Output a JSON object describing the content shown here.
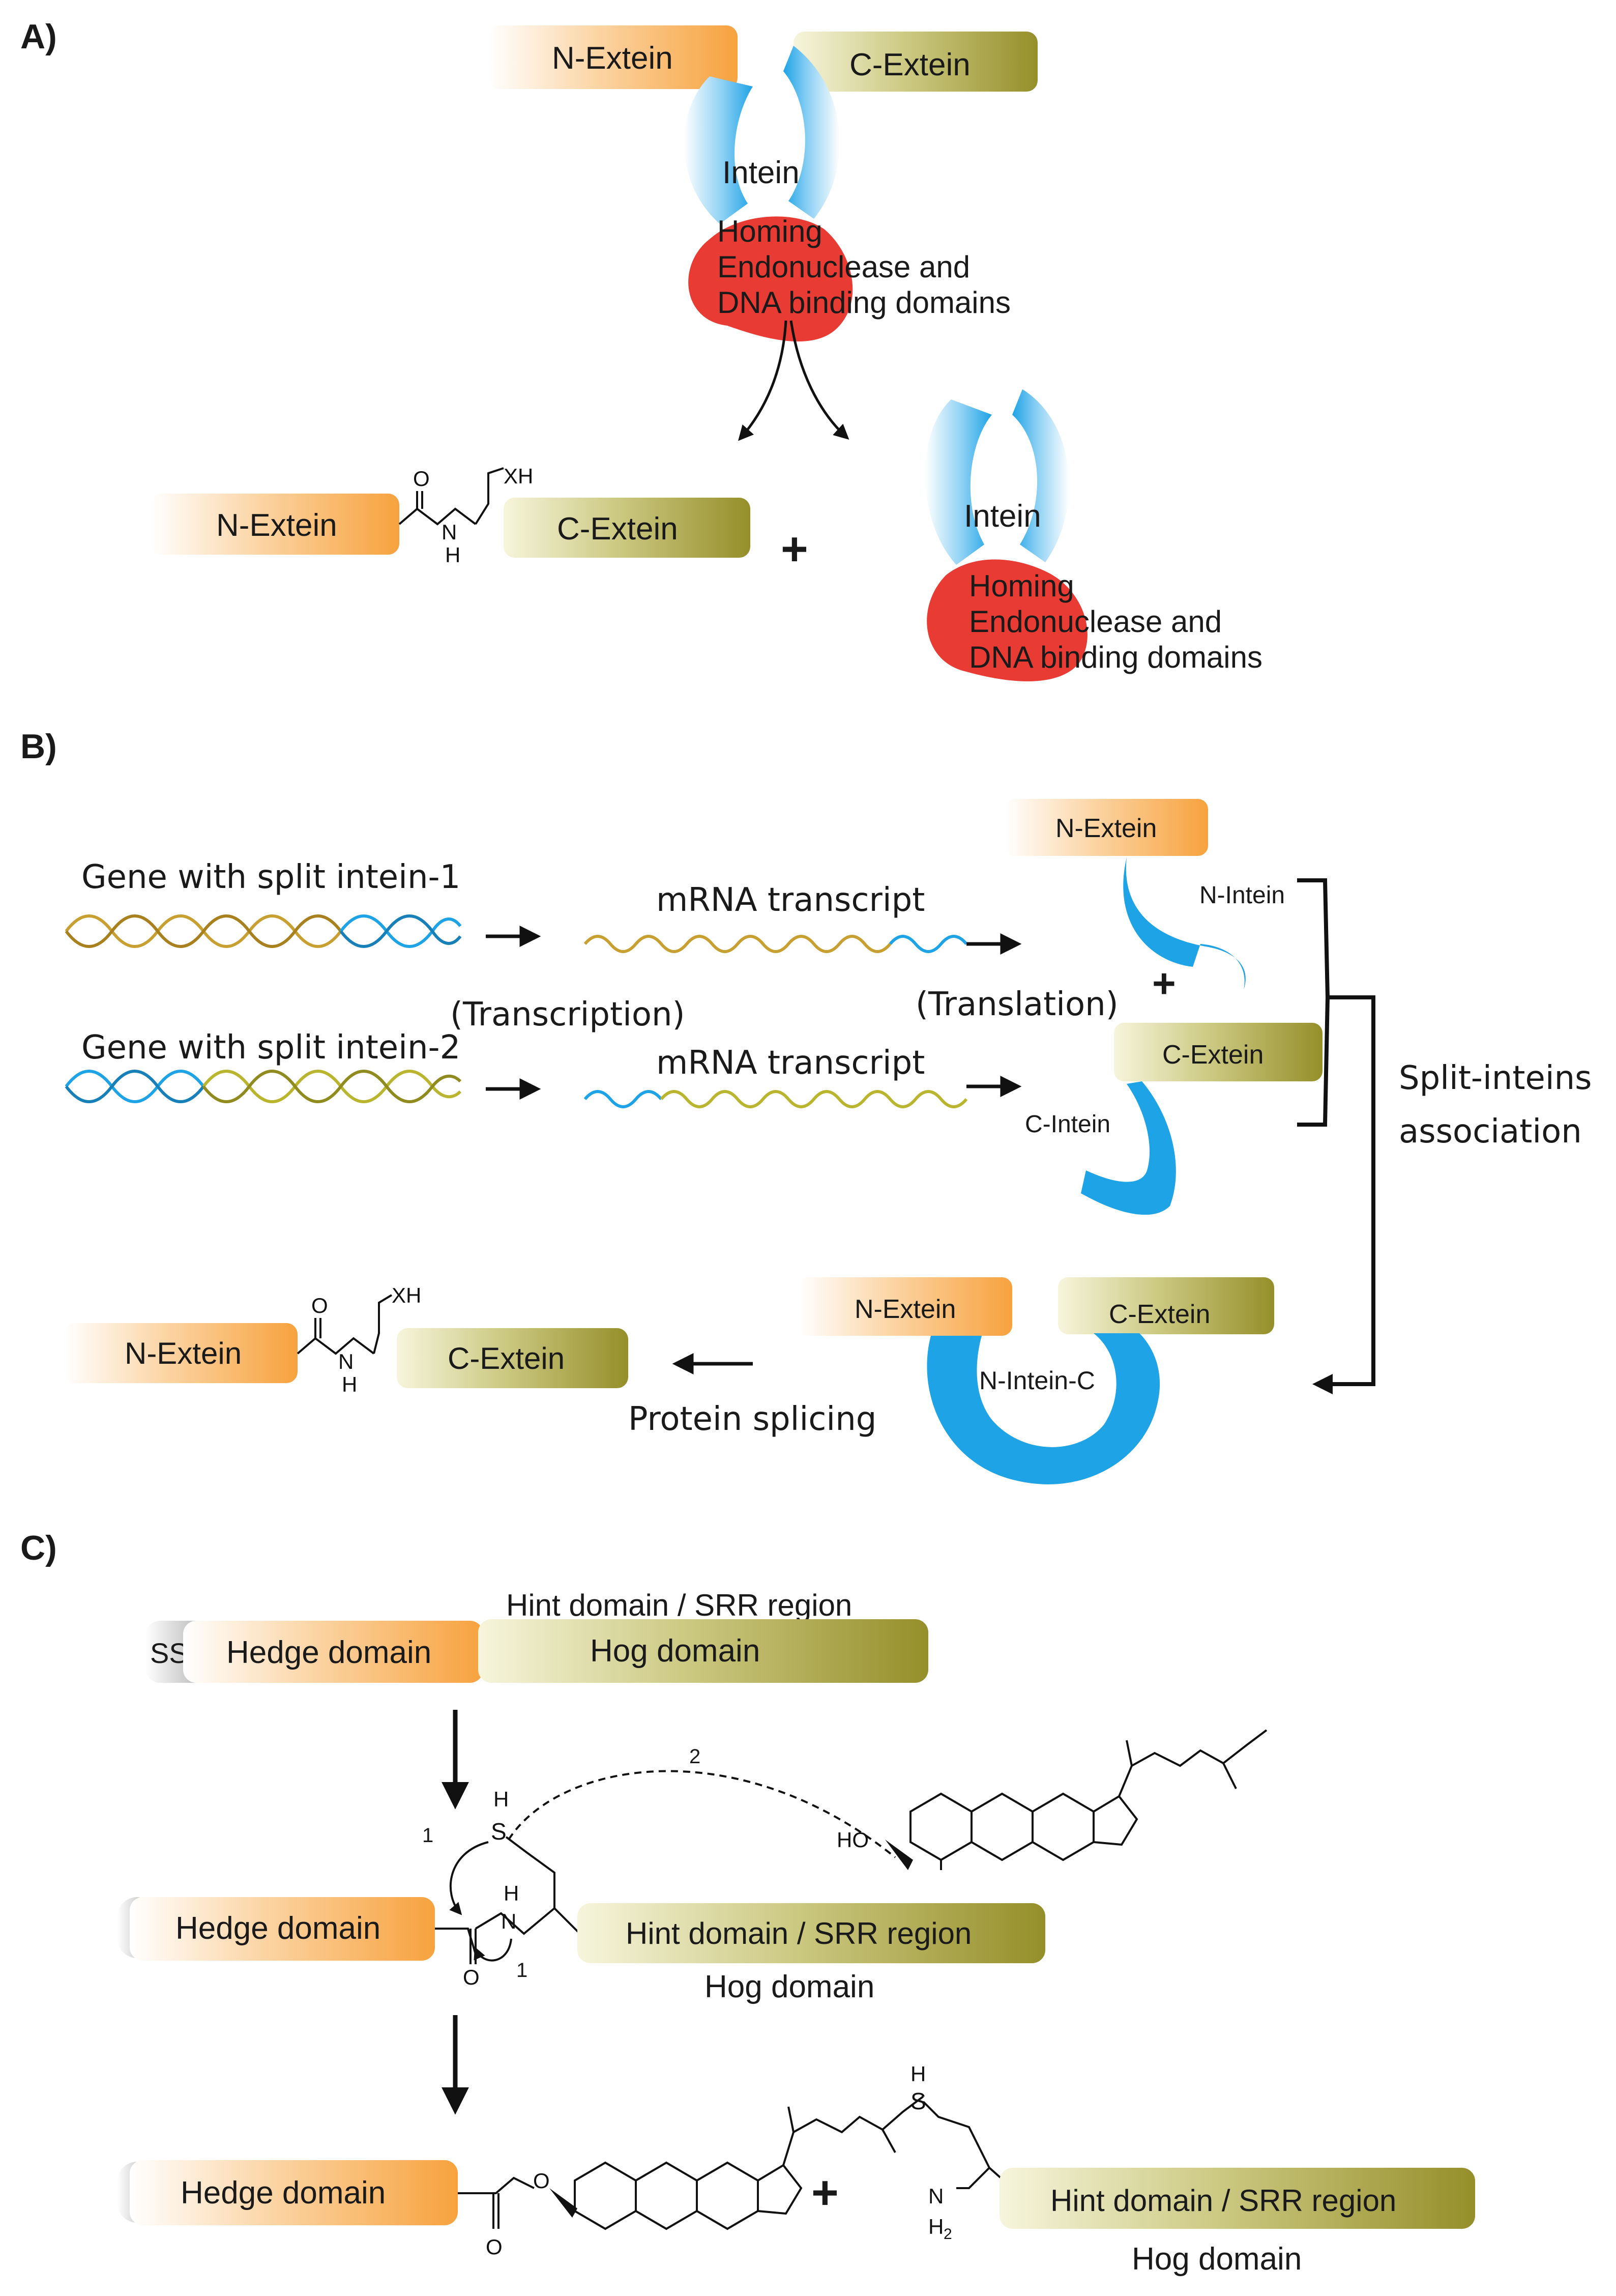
{
  "panels": {
    "a": {
      "label": "A)",
      "n_extein": "N-Extein",
      "c_extein": "C-Extein",
      "intein": "Intein",
      "homing_1": "Homing",
      "homing_2": "Endonuclease and",
      "homing_3": "DNA binding domains",
      "product_n_extein": "N-Extein",
      "product_c_extein": "C-Extein",
      "plus": "+",
      "free_intein": "Intein",
      "free_homing_1": "Homing",
      "free_homing_2": "Endonuclease and",
      "free_homing_3": "DNA binding domains"
    },
    "b": {
      "label": "B)",
      "gene_1": "Gene with split intein-1",
      "gene_2": "Gene with split intein-2",
      "mrna_1": "mRNA transcript",
      "mrna_2": "mRNA transcript",
      "transcription": "(Transcription)",
      "translation": "(Translation)",
      "n_extein": "N-Extein",
      "n_intein": "N-Intein",
      "plus": "+",
      "c_extein": "C-Extein",
      "c_intein": "C-Intein",
      "association_1": "Split-inteins",
      "association_2": "association",
      "spliced_n_extein": "N-Extein",
      "spliced_c_extein": "C-Extein",
      "complex_n_extein": "N-Extein",
      "complex_c_extein": "C-Extein",
      "complex_intein": "N-Intein-C",
      "protein_splicing": "Protein splicing"
    },
    "c": {
      "label": "C)",
      "ss": "SS",
      "hedge_1": "Hedge domain",
      "hog_1": "Hog domain",
      "hint_srr_1": "Hint domain    / SRR region",
      "hedge_2": "Hedge domain",
      "hint_srr_2": "Hint domain    / SRR region",
      "hog_2": "Hog domain",
      "hedge_3": "Hedge domain",
      "plus": "+",
      "hint_srr_3": "Hint domain    / SRR region",
      "hog_3": "Hog domain",
      "step_1a": "1",
      "step_1b": "1",
      "step_2": "2"
    }
  },
  "chemistry": {
    "o": "O",
    "h": "H",
    "n": "N",
    "s": "S",
    "xh": "XH",
    "ho": "HO",
    "nh2_n": "N",
    "nh2_h": "H",
    "nh2_sub": "2"
  },
  "colors": {
    "extein_orange": "#f7a23e",
    "extein_olive": "#a59f3a",
    "intein_blue": "#1ea3e6",
    "homing_red": "#e83b33",
    "dna_gold": "#c8a032",
    "dna_blue": "#1ea3e6",
    "dna_yellow": "#b9b52e",
    "cap_gray": "#b8b8b8"
  }
}
